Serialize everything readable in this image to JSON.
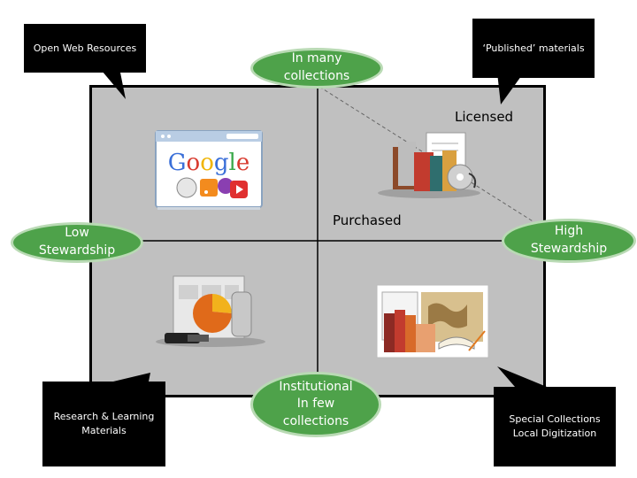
{
  "callouts": {
    "top_left": "Open Web Resources",
    "top_right": "‘Published’ materials",
    "bottom_left": "Research & Learning Materials",
    "bottom_right": "Special Collections Local Digitization"
  },
  "axis": {
    "top": "In many collections",
    "bottom": "Institutional In few collections",
    "left": "Low Stewardship",
    "right": "High Stewardship"
  },
  "labels": {
    "licensed": "Licensed",
    "purchased": "Purchased"
  },
  "icons": {
    "top_left": "browser-google-icon",
    "top_right": "books-media-icon",
    "bottom_left": "research-tools-icon",
    "bottom_right": "archive-documents-icon"
  },
  "browser_logo": "Google",
  "colors": {
    "oval_fill": "#4ea24a",
    "oval_border": "#b9dab4",
    "grid_fill": "#c0c0c0",
    "callout_fill": "#000000"
  }
}
